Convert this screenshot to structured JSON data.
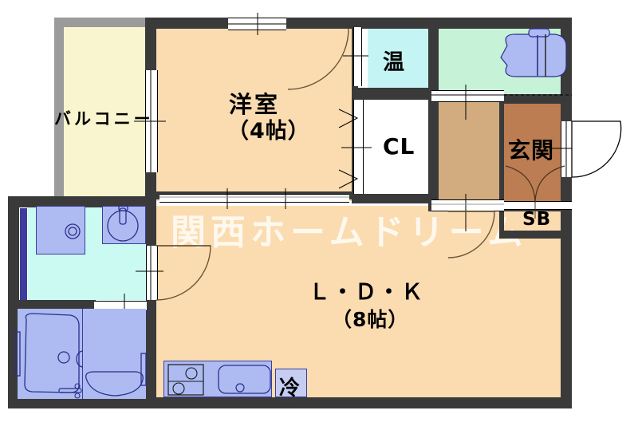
{
  "plan": {
    "watermark": "関西ホームドリーム",
    "colors": {
      "wall": "#3a3a3a",
      "wall_light": "#9b9b9b",
      "room_floor": "#fbdcb0",
      "balcony": "#f8f5cf",
      "water_heater": "#c4f4f4",
      "parking": "#c6f2d8",
      "corridor": "#d2ab7f",
      "entrance": "#bd7d52",
      "fixture_blue": "#aebbf2",
      "washroom": "#cafaf2",
      "closet_white": "#ffffff",
      "pipe_navy": "#3b3c9c"
    },
    "rooms": [
      {
        "id": "balcony",
        "label": "バルコニー",
        "note": "balcony"
      },
      {
        "id": "washitsu",
        "label": "洋室",
        "sub": "（4帖）",
        "note": "western-style room 4 tatami"
      },
      {
        "id": "ldk",
        "label": "Ｌ・Ｄ・Ｋ",
        "sub": "（8帖）",
        "note": "living dining kitchen 8 tatami"
      },
      {
        "id": "closet",
        "label": "CL",
        "note": "closet"
      },
      {
        "id": "heater",
        "label": "温",
        "note": "water heater"
      },
      {
        "id": "genkan",
        "label": "玄関",
        "note": "entrance"
      },
      {
        "id": "shoebox",
        "label": "SB",
        "note": "shoe box"
      },
      {
        "id": "fridge",
        "label": "冷",
        "note": "refrigerator space"
      }
    ],
    "fixtures": [
      {
        "id": "bathtub",
        "name": "bathtub"
      },
      {
        "id": "toilet",
        "name": "toilet"
      },
      {
        "id": "vanity-sink",
        "name": "vanity-sink"
      },
      {
        "id": "washer-pan",
        "name": "washing-machine-pan"
      },
      {
        "id": "kitchen-stove",
        "name": "two-burner-stove"
      },
      {
        "id": "kitchen-sink",
        "name": "kitchen-sink"
      },
      {
        "id": "parked-vehicle",
        "name": "parked-vehicle"
      }
    ]
  }
}
